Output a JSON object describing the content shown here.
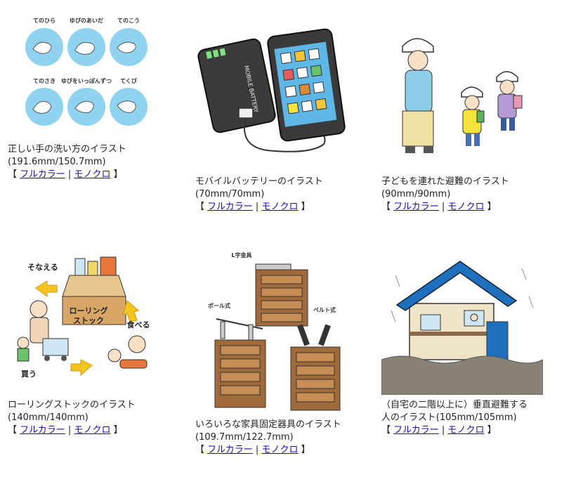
{
  "links": {
    "open": "【",
    "close": "】",
    "separator": "|",
    "full_color": "フルカラー",
    "mono": "モノクロ"
  },
  "items": [
    {
      "title": "正しい手の洗い方のイラスト",
      "size": "(191.6mm/150.7mm)",
      "labels": [
        "てのひら",
        "ゆびのあいだ",
        "てのこう",
        "てのさき",
        "ゆびをいっぽんずつ",
        "てくび"
      ],
      "colors": {
        "circle": "#8fd3f0"
      }
    },
    {
      "title": "モバイルバッテリーのイラスト",
      "size": "(70mm/70mm)",
      "labels": [
        "MOBILE BATTERY"
      ],
      "colors": {
        "battery": "#3b3b3b",
        "phone": "#3a3a3a",
        "screen": "#5fb7e8"
      }
    },
    {
      "title": "子どもを連れた避難のイラスト",
      "size": "(90mm/90mm)",
      "labels": [],
      "colors": {
        "shirt": "#8ecde8",
        "pants": "#f1e2a4"
      }
    },
    {
      "title": "ローリングストックのイラスト",
      "size": "(140mm/140mm)",
      "labels": [
        "そなえる",
        "ローリング",
        "ストック",
        "食べる",
        "買う"
      ],
      "colors": {
        "arrow": "#f5c41e",
        "box": "#d8a766"
      }
    },
    {
      "title": "いろいろな家具固定器具のイラスト",
      "size": "(109.7mm/122.7mm)",
      "labels": [
        "L字金具",
        "ポール式",
        "ベルト式"
      ],
      "colors": {
        "wood": "#a06a3a"
      }
    },
    {
      "title": "（自宅の二階以上に）垂直避難する",
      "title2": "人のイラスト",
      "size": "(105mm/105mm)",
      "labels": [],
      "colors": {
        "roof": "#1f6fbf",
        "wall": "#f0e4c8",
        "water": "#8a8275"
      }
    }
  ]
}
